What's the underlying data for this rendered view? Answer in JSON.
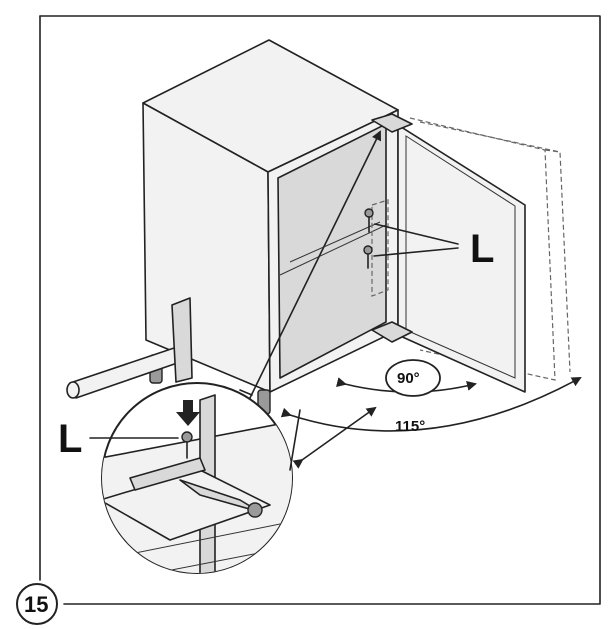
{
  "labels": {
    "screw_label_top": "L",
    "screw_label_bottom": "L",
    "angle_inner": "90°",
    "angle_outer": "115°",
    "step_number": "15"
  },
  "colors": {
    "line": "#222222",
    "background": "#ffffff",
    "shade": "#d9d9d9"
  }
}
